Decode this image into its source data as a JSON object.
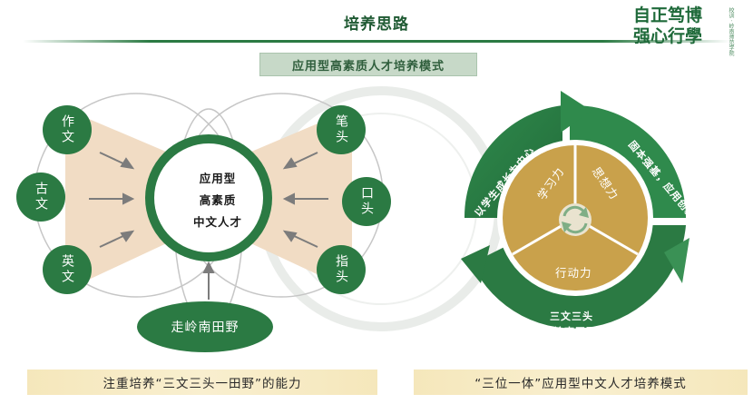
{
  "header": {
    "title": "培养思路",
    "motto_line1": "自正笃博",
    "motto_line2": "强心行學",
    "motto_small": "校训 · 岭南师范学院"
  },
  "banner": {
    "label": "应用型高素质人才培养模式"
  },
  "left_diagram": {
    "center_lines": [
      "应用型",
      "高素质",
      "中文人才"
    ],
    "left_items": [
      "作文",
      "古文",
      "英文"
    ],
    "right_items": [
      "笔头",
      "口头",
      "指头"
    ],
    "bottom_label": "走岭南田野"
  },
  "right_diagram": {
    "segments": [
      "学习力",
      "思想力",
      "行动力"
    ],
    "ring_texts": [
      "以学生成长为中心",
      "固本强基，应用创新",
      "三文三头",
      "走岭南田野"
    ]
  },
  "captions": {
    "left": "注重培养“三文三头一田野”的能力",
    "right": "“三位一体”应用型中文人才培养模式"
  },
  "colors": {
    "primary_green": "#2b7a43",
    "dark_green": "#1f5a33",
    "tan": "#f1dcc4",
    "gold": "#c9a14b",
    "caption_bg": "#f5e7bb"
  },
  "icons": [
    "refresh-cycle-icon",
    "arrow-right-icon",
    "arrow-left-icon",
    "arrow-up-icon"
  ]
}
